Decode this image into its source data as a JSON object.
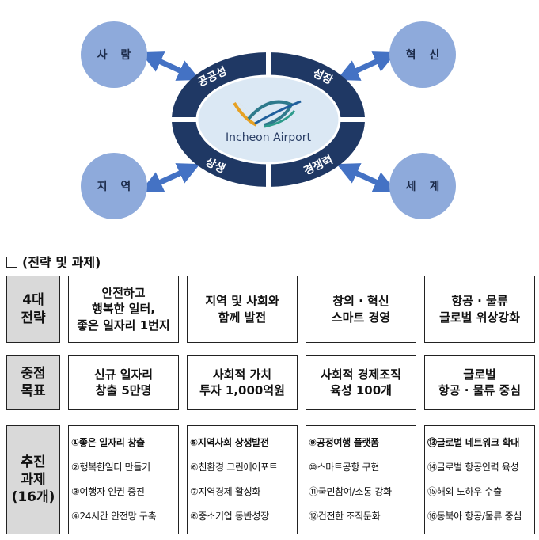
{
  "diagram": {
    "center_logo_text": "Incheon Airport",
    "ring_labels": [
      "공공성",
      "성장",
      "상생",
      "경쟁력"
    ],
    "outer_circles": [
      "사 람",
      "혁 신",
      "지 역",
      "세 계"
    ],
    "colors": {
      "outer_circle": "#8eaadb",
      "ring": "#1f3864",
      "center": "#dbe8f4",
      "arrow": "#4472c4"
    }
  },
  "section": {
    "title": "(전략 및 과제)"
  },
  "table": {
    "rows": [
      {
        "header": "4대\n전략",
        "cells": [
          "안전하고\n행복한 일터,\n좋은 일자리 1번지",
          "지역 및 사회와\n함께 발전",
          "창의 · 혁신\n스마트 경영",
          "항공 · 물류\n글로벌 위상강화"
        ]
      },
      {
        "header": "중점\n목표",
        "cells": [
          "신규 일자리\n창출 5만명",
          "사회적 가치\n투자 1,000억원",
          "사회적 경제조직\n육성 100개",
          "글로벌\n항공 · 물류 중심"
        ]
      },
      {
        "header": "추진\n과제\n(16개)",
        "tasks": [
          [
            "①좋은 일자리 창출",
            "②행복한일터 만들기",
            "③여행자 인권 증진",
            "④24시간 안전망 구축"
          ],
          [
            "⑤지역사회 상생발전",
            "⑥친환경 그린에어포트",
            "⑦지역경제 활성화",
            "⑧중소기업 동반성장"
          ],
          [
            "⑨공정여행 플랫폼",
            "⑩스마트공항 구현",
            "⑪국민참여/소통 강화",
            "⑫건전한 조직문화"
          ],
          [
            "⑬글로벌 네트워크 확대",
            "⑭글로벌 항공인력 육성",
            "⑮해외 노하우 수출",
            "⑯동북아 항공/물류 중심"
          ]
        ]
      }
    ]
  }
}
